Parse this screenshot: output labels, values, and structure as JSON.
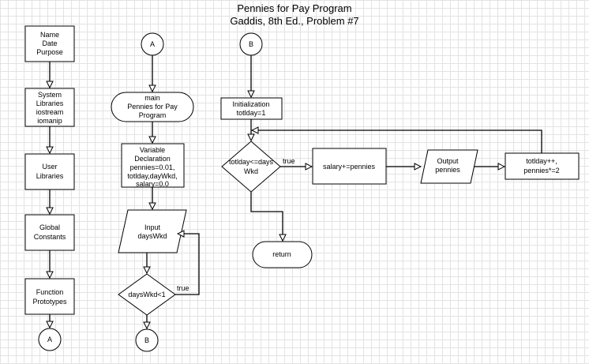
{
  "title": {
    "line1": "Pennies for Pay Program",
    "line2": "Gaddis, 8th Ed., Problem #7"
  },
  "column1": {
    "header": [
      "Name",
      "Date",
      "Purpose"
    ],
    "libraries": [
      "System",
      "Libraries",
      "iostream",
      "iomanip"
    ],
    "user_libraries": [
      "User",
      "Libraries"
    ],
    "global_constants": [
      "Global",
      "Constants"
    ],
    "function_prototypes": [
      "Function",
      "Prototypes"
    ],
    "connector_out": "A"
  },
  "column2": {
    "connector_in": "A",
    "main": [
      "main",
      "Pennies for Pay",
      "Program"
    ],
    "variables": [
      "Variable",
      "Declaration",
      "pennies=0.01,",
      "totlday,dayWkd,",
      "salary=0.0"
    ],
    "input": [
      "Input",
      "daysWkd"
    ],
    "decision": "daysWkd<1",
    "true_label": "true",
    "connector_out": "B"
  },
  "column3": {
    "connector_in": "B",
    "init": [
      "Initialization",
      "totlday=1"
    ],
    "decision": [
      "totlday<=days",
      "Wkd"
    ],
    "true_label": "true",
    "salary": "salary+=pennies",
    "output": [
      "Output",
      "pennies"
    ],
    "update": [
      "totlday++,",
      "pennies*=2"
    ],
    "return": "return"
  }
}
